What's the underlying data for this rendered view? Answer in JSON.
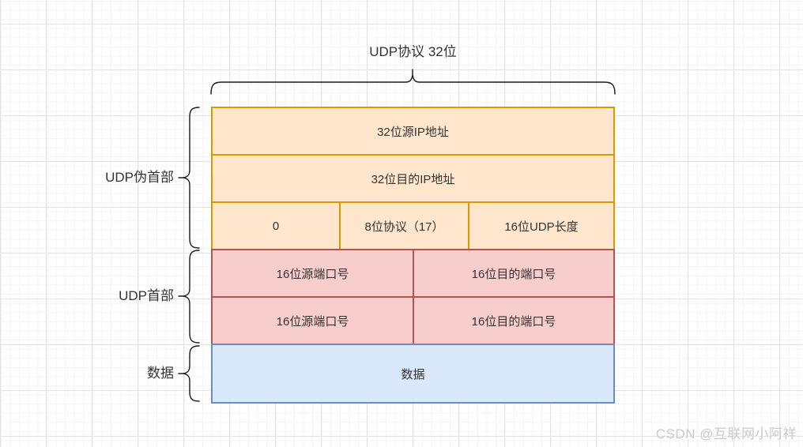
{
  "title": "UDP协议 32位",
  "side_labels": [
    {
      "label": "UDP伪首部"
    },
    {
      "label": "UDP首部"
    },
    {
      "label": "数据"
    }
  ],
  "table": {
    "rows": [
      {
        "section": "udp-pseudo-header",
        "cells": [
          "32位源IP地址"
        ]
      },
      {
        "section": "udp-pseudo-header",
        "cells": [
          "32位目的IP地址"
        ]
      },
      {
        "section": "udp-pseudo-header",
        "cells": [
          "0",
          "8位协议（17）",
          "16位UDP长度"
        ]
      },
      {
        "section": "udp-header",
        "cells": [
          "16位源端口号",
          "16位目的端口号"
        ]
      },
      {
        "section": "udp-header",
        "cells": [
          "16位源端口号",
          "16位目的端口号"
        ]
      },
      {
        "section": "data",
        "cells": [
          "数据"
        ]
      }
    ]
  },
  "colors": {
    "pseudo_header_fill": "#FFE6CC",
    "pseudo_header_stroke": "#D79B00",
    "header_fill": "#F8CECC",
    "header_stroke": "#B85450",
    "data_fill": "#DAE8FC",
    "data_stroke": "#6C8EBF",
    "text": "#333333",
    "brace_stroke": "#1A1A1A",
    "watermark_text": "#C9C9C9"
  },
  "watermark": "CSDN @互联网小阿祥"
}
